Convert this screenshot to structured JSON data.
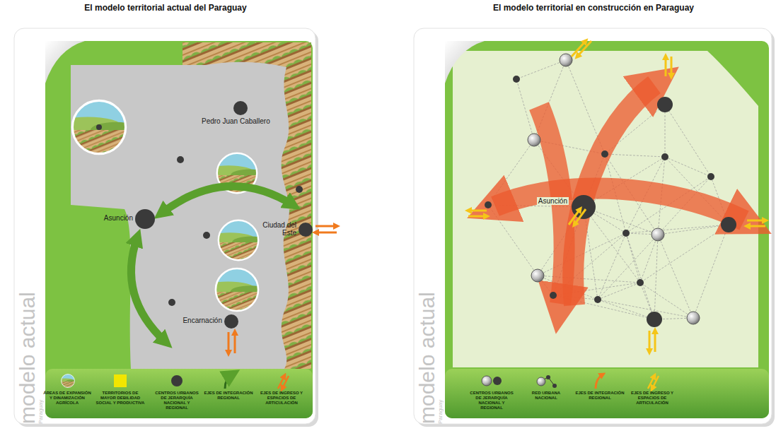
{
  "diagram": {
    "nodes": [
      {
        "text": [
          "El modelo territorial actual del Paraguay"
        ]
      },
      {
        "text": [
          "El modelo territorial en construcción en Paraguay"
        ]
      }
    ],
    "labels": [
      "Pedro Juan Caballero",
      "Asunción",
      "Ciudad del Este",
      "Encarnación",
      "modelo actual",
      "Paraguay",
      "Asunción",
      "modelo actual",
      "Paraguay"
    ],
    "legend": [
      {
        "text": "ÁREAS DE EXPANSIÓN Y DINAMIZACIÓN AGRÍCOLA"
      },
      {
        "text": "TERRITORIOS DE MAYOR DEBILIDAD SOCIAL Y PRODUCTIVA",
        "color": "#f2e600"
      },
      {
        "text": "CENTROS URBANOS DE JERARQUÍA NACIONAL Y REGIONAL"
      },
      {
        "text": "EJES DE INTEGRACIÓN REGIONAL"
      },
      {
        "text": "EJES DE INGRESO Y ESPACIOS DE ARTICULACIÓN"
      },
      {
        "text": "CENTROS URBANOS DE JERARQUÍA NACIONAL Y REGIONAL"
      },
      {
        "text": "RED URBANA NACIONAL"
      },
      {
        "text": "EJES DE INTEGRACIÓN REGIONAL"
      },
      {
        "text": "EJES DE INGRESO Y ESPACIOS DE ARTICULACIÓN"
      }
    ]
  }
}
